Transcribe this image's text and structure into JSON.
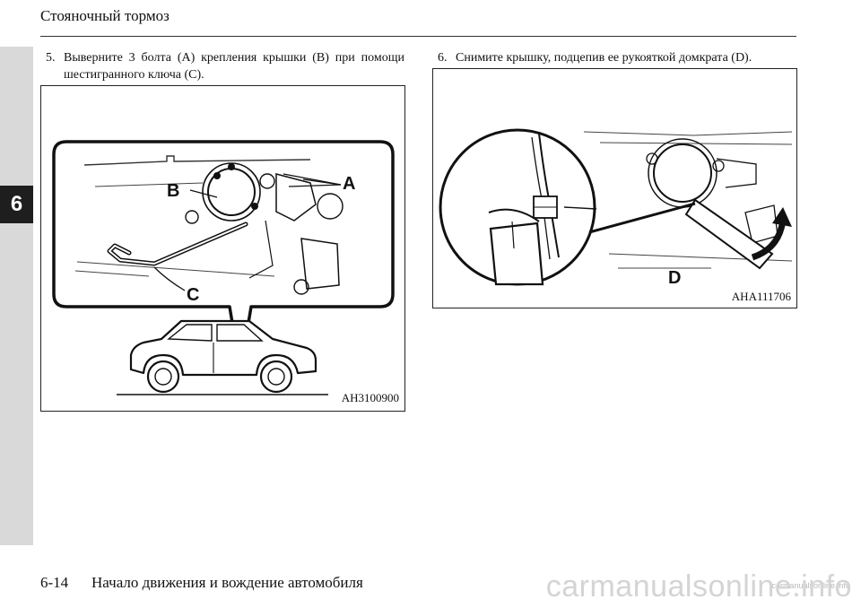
{
  "header": {
    "title": "Стояночный тормоз"
  },
  "sidebar": {
    "chapter_number": "6"
  },
  "steps": [
    {
      "number": "5.",
      "text": "Выверните 3 болта (A) крепления крышки (B) при помощи шестигранного ключа (C)."
    },
    {
      "number": "6.",
      "text": "Снимите крышку, подцепив ее рукояткой домкрата (D)."
    }
  ],
  "figures": [
    {
      "id": "AH3100900",
      "labels": {
        "a": "A",
        "b": "B",
        "c": "C"
      }
    },
    {
      "id": "AHA111706",
      "labels": {
        "d": "D"
      }
    }
  ],
  "footer": {
    "page_number": "6-14",
    "section_title": "Начало движения и вождение автомобиля",
    "watermark": "carmanualsonline.info",
    "watermark_small": "carmanualsonline.info"
  }
}
